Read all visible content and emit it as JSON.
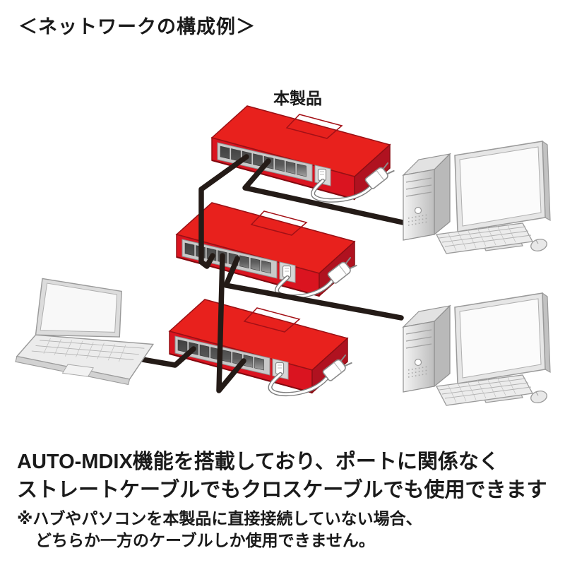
{
  "title": "＜ネットワークの構成例＞",
  "diagram": {
    "product_label": "本製品",
    "devices": [
      {
        "id": "switch-hub-top",
        "type": "switching-hub-8port",
        "is_product": true
      },
      {
        "id": "switch-hub-middle",
        "type": "switching-hub-8port",
        "is_product": true
      },
      {
        "id": "switch-hub-bottom",
        "type": "switching-hub-8port",
        "is_product": true
      },
      {
        "id": "desktop-pc-top",
        "type": "desktop-computer"
      },
      {
        "id": "desktop-pc-bottom",
        "type": "desktop-computer"
      },
      {
        "id": "laptop",
        "type": "laptop-computer"
      }
    ],
    "connections": [
      "switch-top-to-switch-middle",
      "switch-top-to-desktop-pc-top",
      "switch-middle-to-switch-bottom",
      "switch-middle-to-desktop-pc-bottom",
      "switch-bottom-to-laptop"
    ],
    "colors": {
      "product_red": "#e8211d",
      "product_red_front": "#da1420",
      "product_red_side": "#b01220",
      "cable_black": "#241b17",
      "cord_gray": "#7d7d7d",
      "device_gray": "#e6e6e6"
    }
  },
  "description": {
    "line1": "AUTO-MDIX機能を搭載しており、ポートに関係なく",
    "line2": "ストレートケーブルでもクロスケーブルでも使用できます"
  },
  "note": {
    "line1": "※ハブやパソコンを本製品に直接接続していない場合、",
    "line2": "どちらか一方のケーブルしか使用できません。"
  }
}
